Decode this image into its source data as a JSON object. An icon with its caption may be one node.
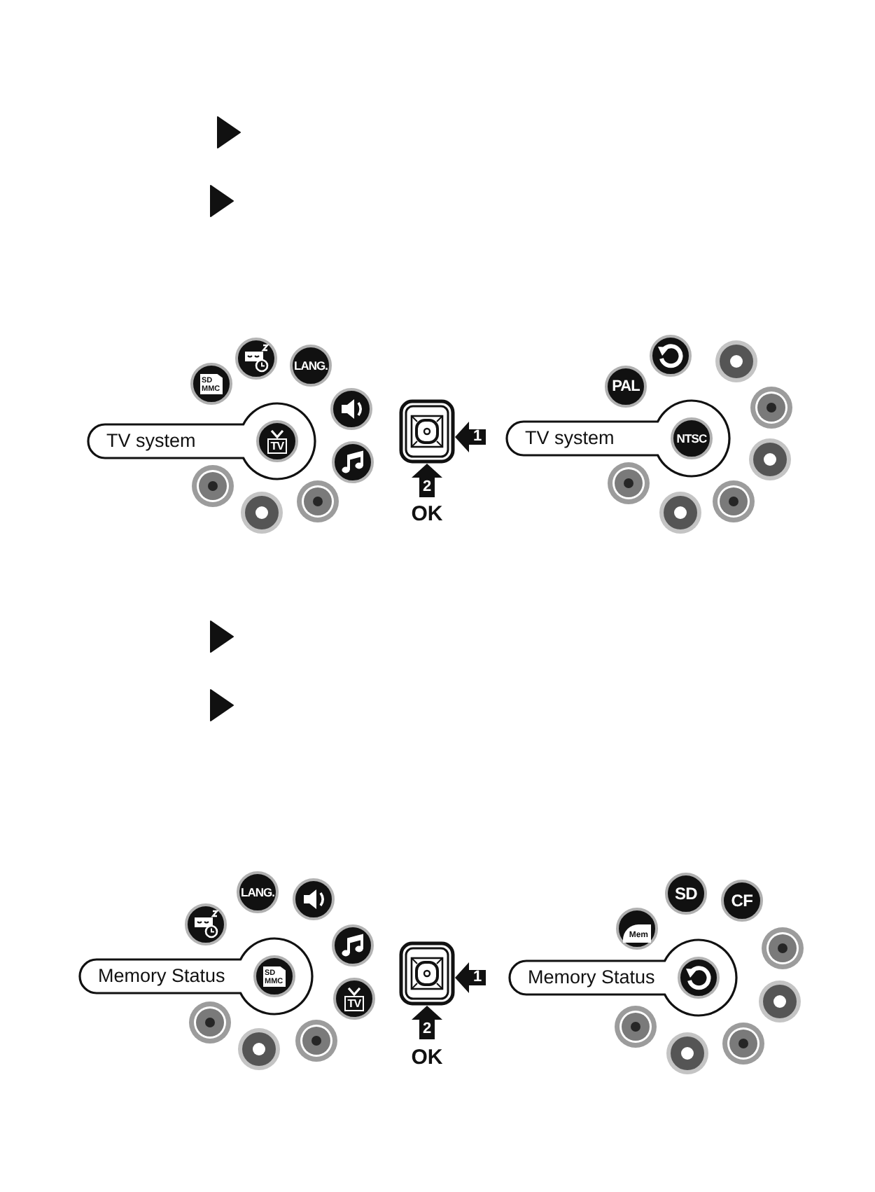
{
  "diagram": {
    "nodes": [
      {
        "text": [
          "TV system"
        ]
      },
      {
        "text": [
          "TV"
        ],
        "in": 0
      },
      {
        "text": [
          "SD MMC"
        ]
      },
      {
        "text": [],
        "shape": "picture"
      },
      {
        "text": [
          "LANG."
        ]
      },
      {
        "text": [],
        "shape": "picture"
      },
      {
        "text": [],
        "shape": "picture"
      },
      {
        "text": [],
        "shape": "circle"
      },
      {
        "text": [],
        "shape": "circle"
      },
      {
        "text": [],
        "shape": "circle"
      },
      {
        "text": [],
        "shape": "button",
        "beside": [
          "OK"
        ]
      },
      {
        "text": [
          "TV system"
        ]
      },
      {
        "text": [
          "NTSC"
        ],
        "in": 11
      },
      {
        "text": [
          "PAL"
        ]
      },
      {
        "text": [],
        "shape": "picture"
      },
      {
        "text": [],
        "shape": "circle"
      },
      {
        "text": [],
        "shape": "circle"
      },
      {
        "text": [],
        "shape": "circle"
      },
      {
        "text": [],
        "shape": "circle"
      },
      {
        "text": [],
        "shape": "circle"
      },
      {
        "text": [],
        "shape": "circle"
      },
      {
        "text": [
          "Memory Status"
        ]
      },
      {
        "text": [
          "SD MMC"
        ],
        "in": 21
      },
      {
        "text": [],
        "shape": "picture"
      },
      {
        "text": [
          "LANG."
        ]
      },
      {
        "text": [],
        "shape": "picture"
      },
      {
        "text": [],
        "shape": "picture"
      },
      {
        "text": [
          "TV"
        ]
      },
      {
        "text": [],
        "shape": "circle"
      },
      {
        "text": [],
        "shape": "circle"
      },
      {
        "text": [],
        "shape": "circle"
      },
      {
        "text": [],
        "shape": "button",
        "beside": [
          "OK"
        ]
      },
      {
        "text": [
          "Memory Status"
        ]
      },
      {
        "text": [],
        "shape": "picture",
        "in": 32
      },
      {
        "text": [
          "Mem"
        ]
      },
      {
        "text": [
          "SD"
        ]
      },
      {
        "text": [
          "CF"
        ]
      },
      {
        "text": [],
        "shape": "circle"
      },
      {
        "text": [],
        "shape": "circle"
      },
      {
        "text": [],
        "shape": "circle"
      },
      {
        "text": [],
        "shape": "circle"
      },
      {
        "text": [],
        "shape": "circle"
      }
    ],
    "edges": [
      {
        "from": null,
        "to": 10,
        "arrow": "to",
        "label": "1"
      },
      {
        "from": null,
        "to": 10,
        "arrow": "to",
        "label": "2"
      },
      {
        "from": null,
        "to": 31,
        "arrow": "to",
        "label": "1"
      },
      {
        "from": null,
        "to": 31,
        "arrow": "to",
        "label": "2"
      }
    ]
  }
}
